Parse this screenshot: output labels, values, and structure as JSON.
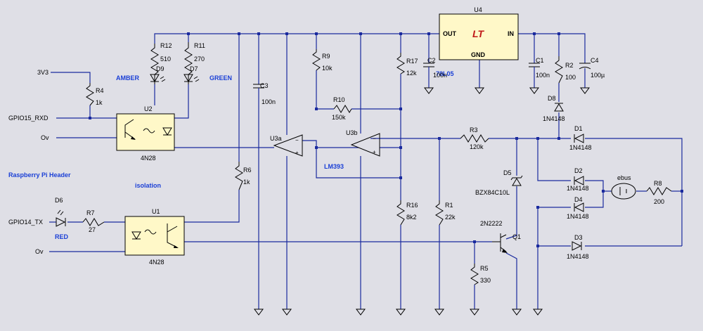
{
  "nets": {
    "3v3": "3V3",
    "gpio15": "GPIO15_RXD",
    "ov_top": "Ov",
    "gpio14": "GPIO14_TX",
    "ov_bottom": "Ov"
  },
  "notes": {
    "header": "Raspberry Pi Header",
    "isolation": "isolation",
    "amber": "AMBER",
    "green": "GREEN",
    "red": "RED",
    "lm393": "LM393",
    "reg_value": "78L05"
  },
  "regulator": {
    "name": "U4",
    "out": "OUT",
    "in": "IN",
    "gnd": "GND",
    "logo": "LT"
  },
  "opamps": {
    "u3a": "U3a",
    "u3b": "U3b"
  },
  "optos": {
    "u2": {
      "name": "U2",
      "value": "4N28"
    },
    "u1": {
      "name": "U1",
      "value": "4N28"
    }
  },
  "resistors": {
    "r1": {
      "name": "R1",
      "value": "22k"
    },
    "r2": {
      "name": "R2",
      "value": "100"
    },
    "r3": {
      "name": "R3",
      "value": "120k"
    },
    "r4": {
      "name": "R4",
      "value": "1k"
    },
    "r5": {
      "name": "R5",
      "value": "330"
    },
    "r6": {
      "name": "R6",
      "value": "1k"
    },
    "r7": {
      "name": "R7",
      "value": "27"
    },
    "r8": {
      "name": "R8",
      "value": "200"
    },
    "r9": {
      "name": "R9",
      "value": "10k"
    },
    "r10": {
      "name": "R10",
      "value": "150k"
    },
    "r11": {
      "name": "R11",
      "value": "270"
    },
    "r12": {
      "name": "R12",
      "value": "510"
    },
    "r16": {
      "name": "R16",
      "value": "8k2"
    },
    "r17": {
      "name": "R17",
      "value": "12k"
    }
  },
  "capacitors": {
    "c1": {
      "name": "C1",
      "value": "100n"
    },
    "c2": {
      "name": "C2",
      "value": "100n"
    },
    "c3": {
      "name": "C3",
      "value": "100n"
    },
    "c4": {
      "name": "C4",
      "value": "100µ"
    }
  },
  "diodes": {
    "d1": {
      "name": "D1",
      "value": "1N4148"
    },
    "d2": {
      "name": "D2",
      "value": "1N4148"
    },
    "d3": {
      "name": "D3",
      "value": "1N4148"
    },
    "d4": {
      "name": "D4",
      "value": "1N4148"
    },
    "d5": {
      "name": "D5",
      "value": "BZX84C10L"
    },
    "d6": {
      "name": "D6"
    },
    "d7": {
      "name": "D7"
    },
    "d8": {
      "name": "D8",
      "value": "1N4148"
    },
    "d9": {
      "name": "D9"
    }
  },
  "transistor": {
    "name": "Q1",
    "value": "2N2222"
  },
  "bus": {
    "name": "ebus"
  }
}
